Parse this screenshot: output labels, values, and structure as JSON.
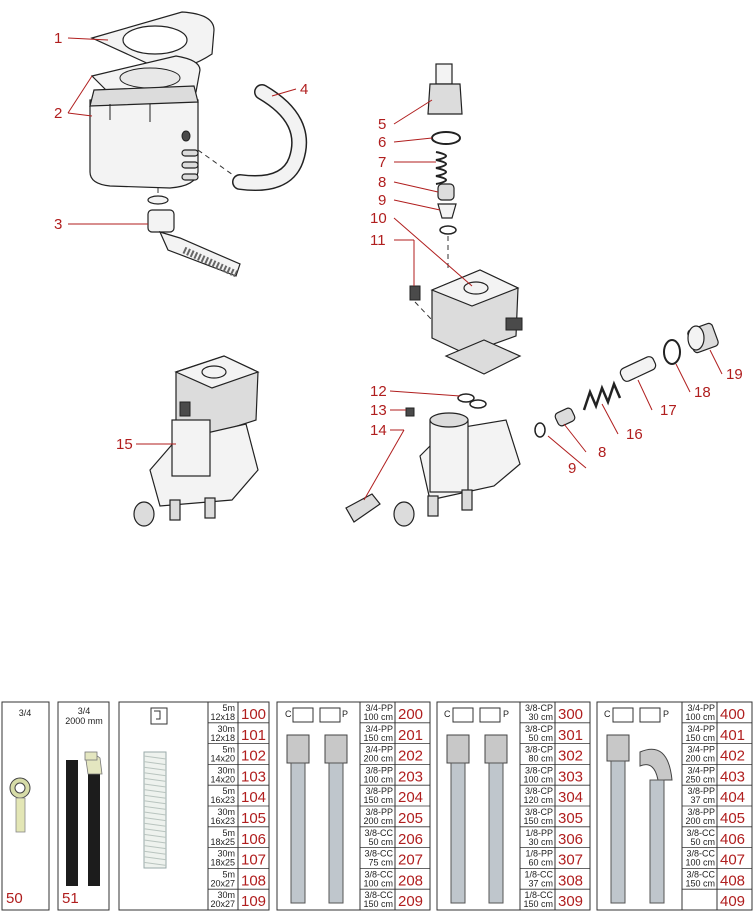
{
  "exploded_view": {
    "callouts": [
      "1",
      "2",
      "3",
      "4",
      "5",
      "6",
      "7",
      "8",
      "9",
      "10",
      "11",
      "12",
      "13",
      "14",
      "15",
      "16",
      "17",
      "18",
      "19",
      "9",
      "8"
    ]
  },
  "panels": {
    "p50": {
      "size": "3/4",
      "code": "50"
    },
    "p51": {
      "size": "3/4",
      "length": "2000 mm",
      "code": "51"
    },
    "p100": {
      "rows": [
        {
          "len": "5m",
          "dim": "12x18",
          "code": "100"
        },
        {
          "len": "30m",
          "dim": "12x18",
          "code": "101"
        },
        {
          "len": "5m",
          "dim": "14x20",
          "code": "102"
        },
        {
          "len": "30m",
          "dim": "14x20",
          "code": "103"
        },
        {
          "len": "5m",
          "dim": "16x23",
          "code": "104"
        },
        {
          "len": "30m",
          "dim": "16x23",
          "code": "105"
        },
        {
          "len": "5m",
          "dim": "18x25",
          "code": "106"
        },
        {
          "len": "30m",
          "dim": "18x25",
          "code": "107"
        },
        {
          "len": "5m",
          "dim": "20x27",
          "code": "108"
        },
        {
          "len": "30m",
          "dim": "20x27",
          "code": "109"
        }
      ]
    },
    "p200": {
      "icon_c": "C",
      "icon_p": "P",
      "rows": [
        {
          "type": "3/4-PP",
          "len": "100 cm",
          "code": "200"
        },
        {
          "type": "3/4-PP",
          "len": "150 cm",
          "code": "201"
        },
        {
          "type": "3/4-PP",
          "len": "200 cm",
          "code": "202"
        },
        {
          "type": "3/8-PP",
          "len": "100 cm",
          "code": "203"
        },
        {
          "type": "3/8-PP",
          "len": "150 cm",
          "code": "204"
        },
        {
          "type": "3/8-PP",
          "len": "200 cm",
          "code": "205"
        },
        {
          "type": "3/8-CC",
          "len": "50 cm",
          "code": "206"
        },
        {
          "type": "3/8-CC",
          "len": "75 cm",
          "code": "207"
        },
        {
          "type": "3/8-CC",
          "len": "100 cm",
          "code": "208"
        },
        {
          "type": "3/8-CC",
          "len": "150 cm",
          "code": "209"
        }
      ]
    },
    "p300": {
      "icon_c": "C",
      "icon_p": "P",
      "rows": [
        {
          "type": "3/8-CP",
          "len": "30 cm",
          "code": "300"
        },
        {
          "type": "3/8-CP",
          "len": "50 cm",
          "code": "301"
        },
        {
          "type": "3/8-CP",
          "len": "80 cm",
          "code": "302"
        },
        {
          "type": "3/8-CP",
          "len": "100 cm",
          "code": "303"
        },
        {
          "type": "3/8-CP",
          "len": "120 cm",
          "code": "304"
        },
        {
          "type": "3/8-CP",
          "len": "150 cm",
          "code": "305"
        },
        {
          "type": "1/8-PP",
          "len": "30 cm",
          "code": "306"
        },
        {
          "type": "1/8-PP",
          "len": "60 cm",
          "code": "307"
        },
        {
          "type": "1/8-CC",
          "len": "37 cm",
          "code": "308"
        },
        {
          "type": "1/8-CC",
          "len": "150 cm",
          "code": "309"
        }
      ]
    },
    "p400": {
      "icon_c": "C",
      "icon_p": "P",
      "rows": [
        {
          "type": "3/4-PP",
          "len": "100 cm",
          "code": "400"
        },
        {
          "type": "3/4-PP",
          "len": "150 cm",
          "code": "401"
        },
        {
          "type": "3/4-PP",
          "len": "200 cm",
          "code": "402"
        },
        {
          "type": "3/4-PP",
          "len": "250 cm",
          "code": "403"
        },
        {
          "type": "3/8-PP",
          "len": "37 cm",
          "code": "404"
        },
        {
          "type": "3/8-PP",
          "len": "200 cm",
          "code": "405"
        },
        {
          "type": "3/8-CC",
          "len": "50 cm",
          "code": "406"
        },
        {
          "type": "3/8-CC",
          "len": "100 cm",
          "code": "407"
        },
        {
          "type": "3/8-CC",
          "len": "150 cm",
          "code": "408"
        },
        {
          "type": "",
          "len": "",
          "code": "409"
        }
      ]
    }
  }
}
